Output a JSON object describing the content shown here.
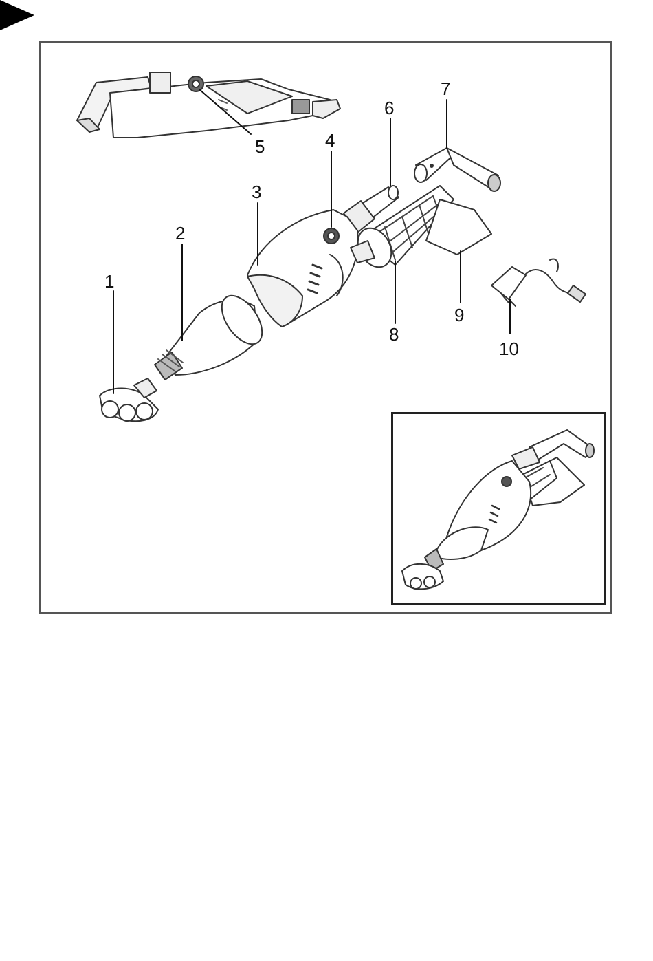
{
  "figure": {
    "callouts": [
      {
        "id": "part-1",
        "number": "1"
      },
      {
        "id": "part-2",
        "number": "2"
      },
      {
        "id": "part-3",
        "number": "3"
      },
      {
        "id": "part-4",
        "number": "4"
      },
      {
        "id": "part-5",
        "number": "5"
      },
      {
        "id": "part-6",
        "number": "6"
      },
      {
        "id": "part-7",
        "number": "7"
      },
      {
        "id": "part-8",
        "number": "8"
      },
      {
        "id": "part-9",
        "number": "9"
      },
      {
        "id": "part-10",
        "number": "10"
      }
    ],
    "colors": {
      "line": "#333333",
      "fill": "#ffffff",
      "shade": "#e8e8e8",
      "frame": "#555555"
    }
  }
}
